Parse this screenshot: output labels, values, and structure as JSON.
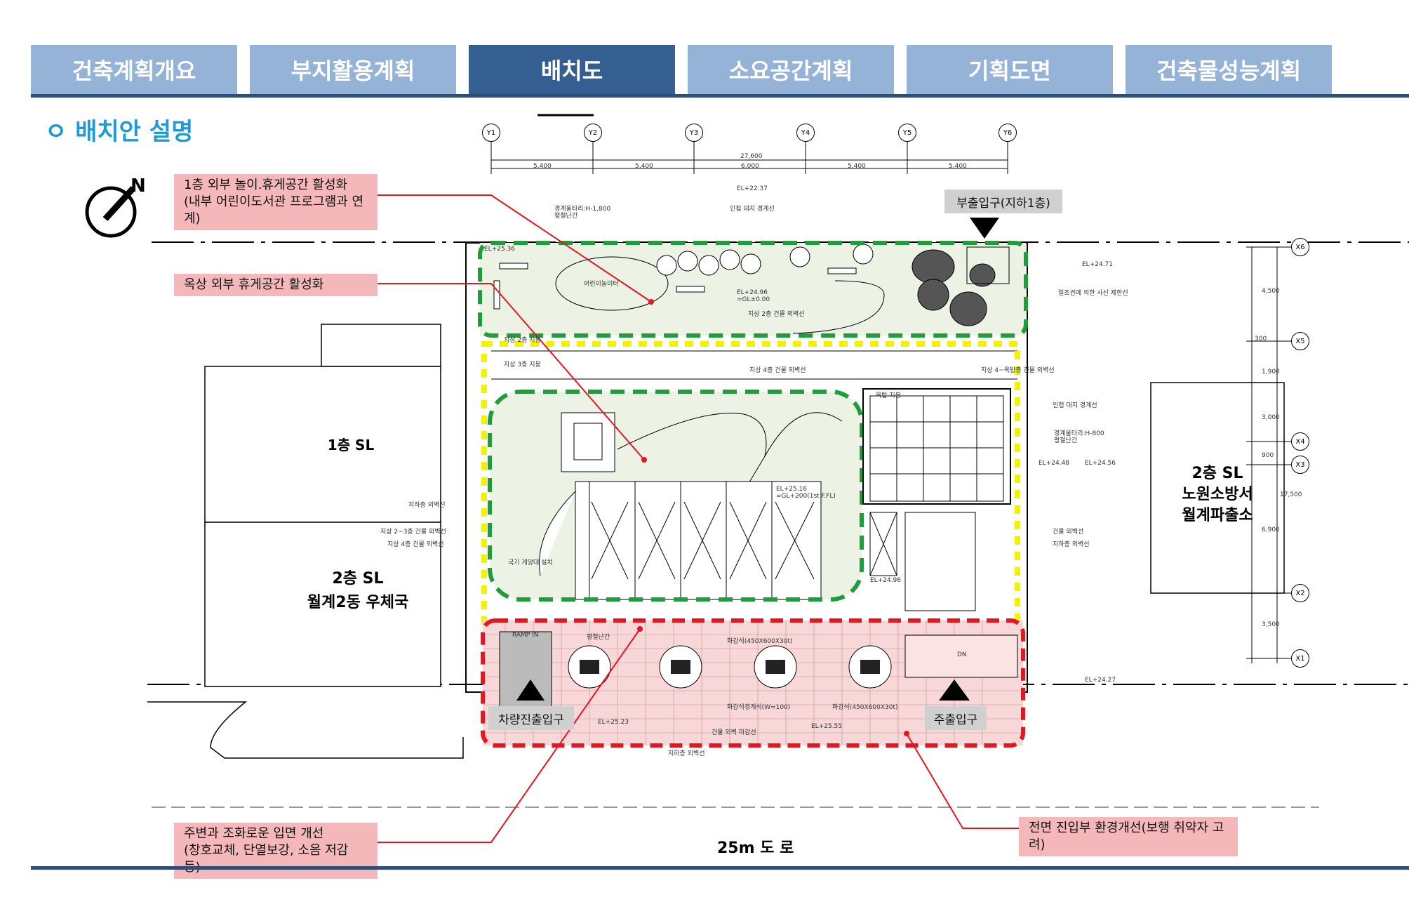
{
  "tabs": [
    {
      "label": "건축계획개요",
      "active": false
    },
    {
      "label": "부지활용계획",
      "active": false
    },
    {
      "label": "배치도",
      "active": true
    },
    {
      "label": "소요공간계획",
      "active": false
    },
    {
      "label": "기획도면",
      "active": false
    },
    {
      "label": "건축물성능계획",
      "active": false
    }
  ],
  "section_title": "ㅇ 배치안 설명",
  "north_label": "N",
  "callouts": {
    "outdoor_play": [
      "1층 외부 놀이.휴게공간 활성화",
      "(내부 어린이도서관 프로그램과 연계)"
    ],
    "rooftop": [
      "옥상 외부 휴게공간 활성화"
    ],
    "facade": [
      "주변과 조화로운 입면 개선",
      "(창호교체, 단열보강, 소음 저감 등)"
    ],
    "entrance_env": [
      "전면 진입부 환경개선(보행 취약자 고려)"
    ]
  },
  "entrances": {
    "sub": "부출입구(지하1층)",
    "vehicle": "차량진출입구",
    "main": "주출입구"
  },
  "neighbors": {
    "left_top": "1층 SL",
    "left_bottom": [
      "2층 SL",
      "월계2동 우체국"
    ],
    "right": [
      "2층 SL",
      "노원소방서",
      "월계파출소"
    ]
  },
  "road": "25m 도 로",
  "grid": {
    "y": [
      "Y1",
      "Y2",
      "Y3",
      "Y4",
      "Y5",
      "Y6"
    ],
    "x": [
      "X6",
      "X5",
      "X4",
      "X3",
      "X2",
      "X1"
    ],
    "total": "27,600",
    "spans": [
      "5,400",
      "5,400",
      "6,000",
      "5,400",
      "5,400"
    ],
    "right_dims": [
      "4,500",
      "300",
      "1,900",
      "3,000",
      "900",
      "17,500",
      "6,900",
      "3,500"
    ]
  },
  "annotations": {
    "fence1": "경계울타리:H-1,800",
    "fence1b": "평철난간",
    "site_boundary": "인접 대지 경계선",
    "play": "어린이놀이터",
    "el1": "EL+24.96",
    "gl1": "=GL±0.00",
    "f2_wall": "지상 2층 건물 외벽선",
    "f3_roof": "지상 3층 지붕",
    "f2_roof": "지상 2층 지붕",
    "f4_wall": "지상 4층 건물 외벽선",
    "f4_roof_wall": "지상 4~옥탑층 건물 외벽선",
    "roof": "옥탑 지붕",
    "sun": "일조권에 의한 사선 제한선",
    "el2": "EL+25.16",
    "gl2": "=GL+200(1st F.FL)",
    "flag": "국기 게양대 설치",
    "fence2": "경계울타리:H-800",
    "fence2b": "평철난간",
    "site_boundary2": "인접 대지 경계선",
    "b1_wall": "지하층 외벽선",
    "f23_wall": "지상 2~3층 건물 외벽선",
    "f4_wall2": "지상 4층 건물 외벽선",
    "bldg_wall": "건물 외벽선",
    "b1_wall2": "지하층 외벽선",
    "stone1": "화강석(450X600X30t)",
    "stone2": "화강석(450X600X30t)",
    "curb": "화강석경계석(W=100)",
    "bldg_wall2": "건물 외벽 마감선",
    "b1_wall3": "지하층 외벽선",
    "ramp": "RAMP IN",
    "rail": "평철난간",
    "dn": "DN",
    "el_a": "EL+22.37",
    "el_b": "EL+25.36",
    "el_c": "EL+24.71",
    "el_d": "EL+24.48",
    "el_e": "EL+24.56",
    "el_f": "EL+24.96",
    "el_g": "EL+24.27",
    "el_h": "EL+25.23",
    "el_i": "EL+25.55"
  },
  "colors": {
    "tab_inactive": "#95b3d7",
    "tab_active": "#365f91",
    "callout_bg": "#f4b8bb",
    "title": "#1e9ad6",
    "green_zone": "#1e9e3a",
    "yellow_zone": "#f2f200",
    "red_zone": "#e8141e"
  }
}
